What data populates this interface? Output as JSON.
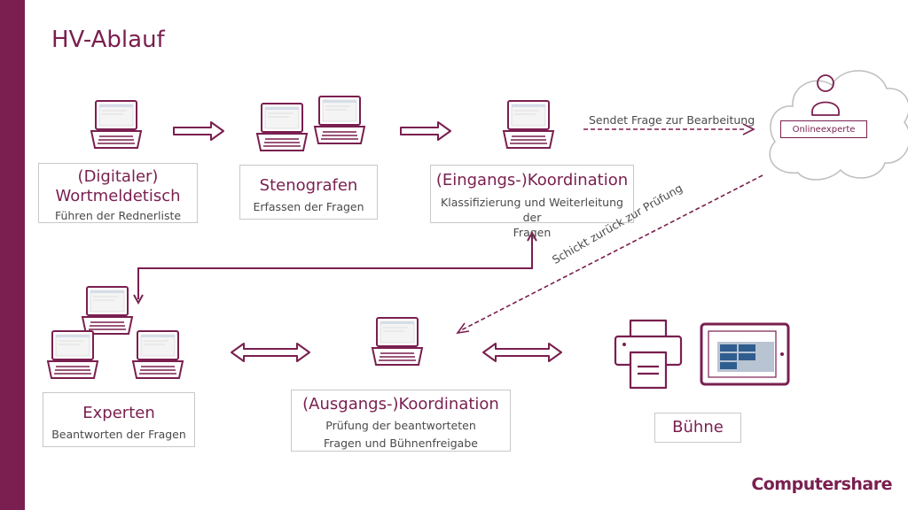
{
  "slide": {
    "title": "HV-Ablauf"
  },
  "nodes": {
    "wortmeldetisch": {
      "title_line1": "(Digitaler)",
      "title_line2": "Wortmeldetisch",
      "subtitle": "Führen der Rednerliste"
    },
    "stenografen": {
      "title": "Stenografen",
      "subtitle": "Erfassen der Fragen"
    },
    "eingangs": {
      "title": "(Eingangs-)Koordination",
      "subtitle_line1": "Klassifizierung und Weiterleitung der",
      "subtitle_line2": "Fragen"
    },
    "experten": {
      "title": "Experten",
      "subtitle": "Beantworten der Fragen"
    },
    "ausgangs": {
      "title": "(Ausgangs-)Koordination",
      "subtitle_line1": "Prüfung der beantworteten",
      "subtitle_line2": "Fragen und Bühnenfreigabe"
    },
    "buehne": {
      "title": "Bühne"
    },
    "online": {
      "label": "Onlineexperte"
    }
  },
  "edges": {
    "sendet": "Sendet Frage zur Bearbeitung",
    "schickt": "Schickt zurück zur Prüfung"
  },
  "logo": {
    "text": "Computershare"
  },
  "colors": {
    "accent": "#7a1f4f",
    "box_border": "#c8c8c8",
    "text": "#4a4a4a"
  }
}
